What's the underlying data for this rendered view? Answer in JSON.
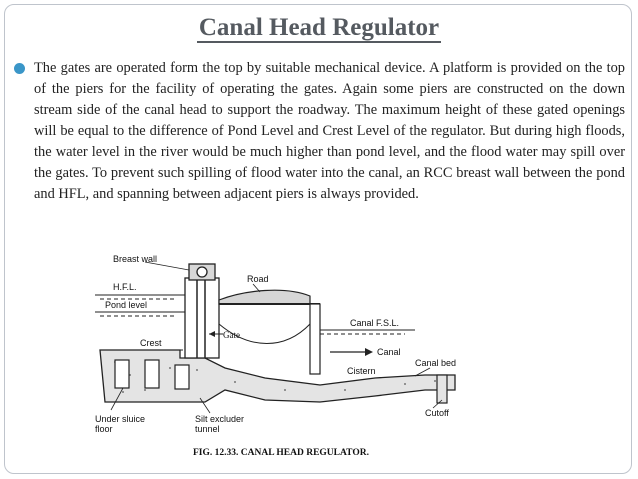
{
  "slide": {
    "title": "Canal Head Regulator",
    "paragraph": "The gates are operated form the top by suitable mechanical device. A platform is provided on the top of the piers for the facility of operating the gates. Again some piers are constructed on the down stream side of the canal head to support the roadway. The maximum height of these gated openings will be equal to the difference of Pond Level and Crest Level of the regulator. But during high floods, the water level in the river would be much higher than pond level, and the flood water may spill over the gates. To prevent such spilling of flood water into the canal, an RCC breast wall between the pond and HFL, and spanning between adjacent piers is always provided."
  },
  "figure": {
    "labels": {
      "breast_wall": "Breast wall",
      "hfl": "H.F.L.",
      "pond_level": "Pond level",
      "road": "Road",
      "canal_fsl": "Canal F.S.L.",
      "gate": "Gate",
      "crest": "Crest",
      "canal": "Canal",
      "canal_bed": "Canal bed",
      "cistern": "Cistern",
      "cutoff": "Cutoff",
      "under_sluice_floor": "Under sluice\nfloor",
      "silt_excluder": "Silt excluder\ntunnel"
    },
    "caption": "FIG. 12.33. CANAL HEAD REGULATOR."
  },
  "colors": {
    "accent": "#3a96c8",
    "title": "#555a60",
    "frame": "#bfc4cc"
  }
}
